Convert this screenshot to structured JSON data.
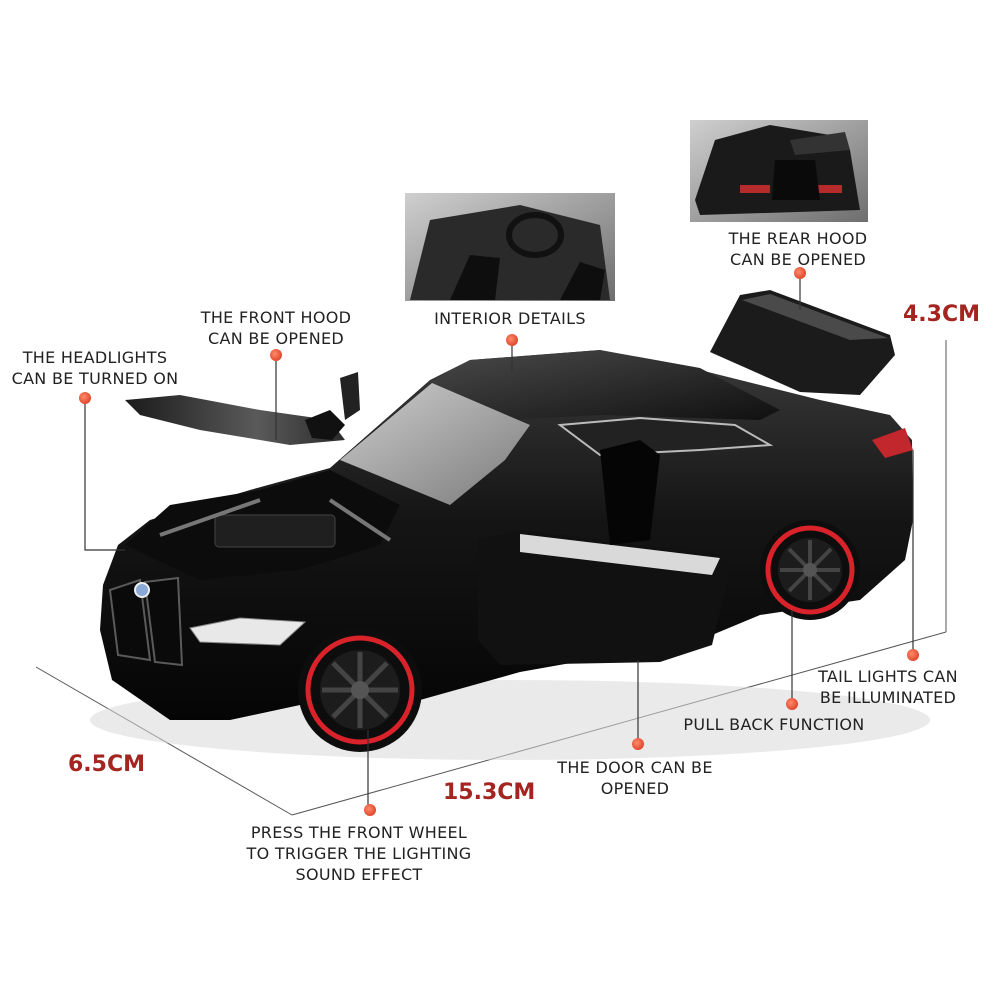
{
  "colors": {
    "dimension_text": "#a42520",
    "callout_dot": "#e0482e",
    "leader_line": "#333333",
    "label_text": "#222222",
    "wheel_rim": "#d9222a",
    "car_body": "#161616"
  },
  "dimensions": {
    "height": "4.3CM",
    "width": "6.5CM",
    "length": "15.3CM"
  },
  "callouts": {
    "headlights": {
      "line1": "THE HEADLIGHTS",
      "line2": "CAN BE TURNED ON"
    },
    "front_hood": {
      "line1": "THE FRONT HOOD",
      "line2": "CAN BE OPENED"
    },
    "interior": {
      "line1": "INTERIOR DETAILS"
    },
    "rear_hood": {
      "line1": "THE REAR HOOD",
      "line2": "CAN BE OPENED"
    },
    "tail_lights": {
      "line1": "TAIL LIGHTS CAN",
      "line2": "BE ILLUMINATED"
    },
    "pull_back": {
      "line1": "PULL BACK FUNCTION"
    },
    "door": {
      "line1": "THE DOOR CAN BE",
      "line2": "OPENED"
    },
    "front_wheel": {
      "line1": "PRESS THE FRONT WHEEL",
      "line2": "TO TRIGGER THE LIGHTING",
      "line3": "SOUND EFFECT"
    }
  },
  "product": {
    "image_subject": "black-model-coupe-with-open-doors-and-hoods",
    "inset_photos": [
      "interior-photo",
      "rear-trunk-photo"
    ]
  }
}
